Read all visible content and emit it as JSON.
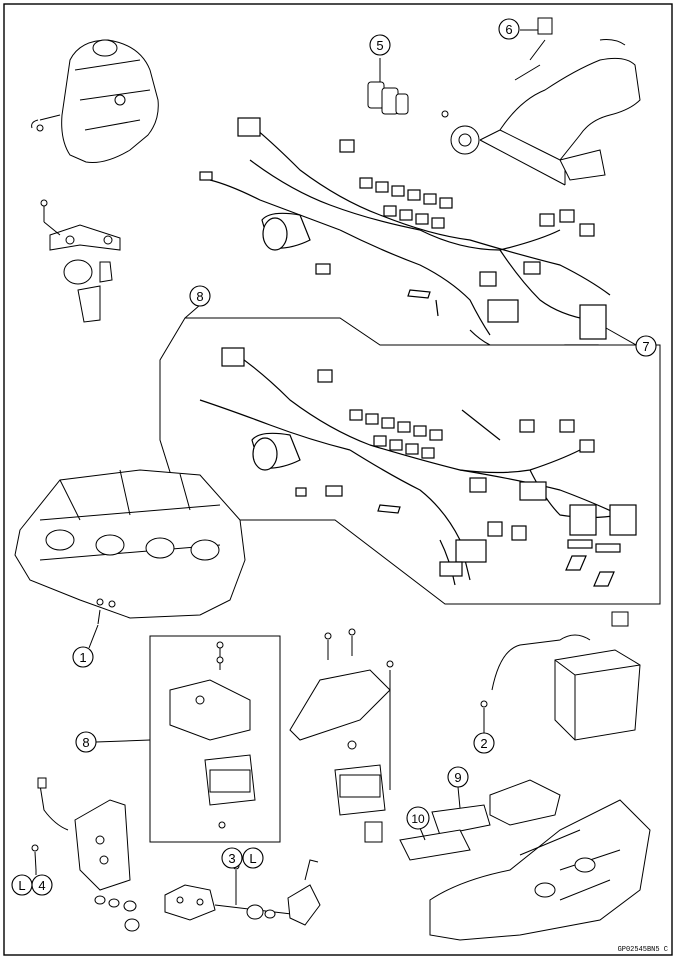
{
  "diagram": {
    "callouts": {
      "c1": "1",
      "c2": "2",
      "c3": "3",
      "c3_tag": "L",
      "c4": "4",
      "c4_tag": "L",
      "c5": "5",
      "c6": "6",
      "c7": "7",
      "c8_upper": "8",
      "c8_lower": "8",
      "c9": "9",
      "c10": "10"
    },
    "reference_code": "GP02545BN5  C"
  },
  "colors": {
    "line": "#000000",
    "background": "#ffffff",
    "fill_light": "#ffffff",
    "fill_dark": "#111111"
  }
}
